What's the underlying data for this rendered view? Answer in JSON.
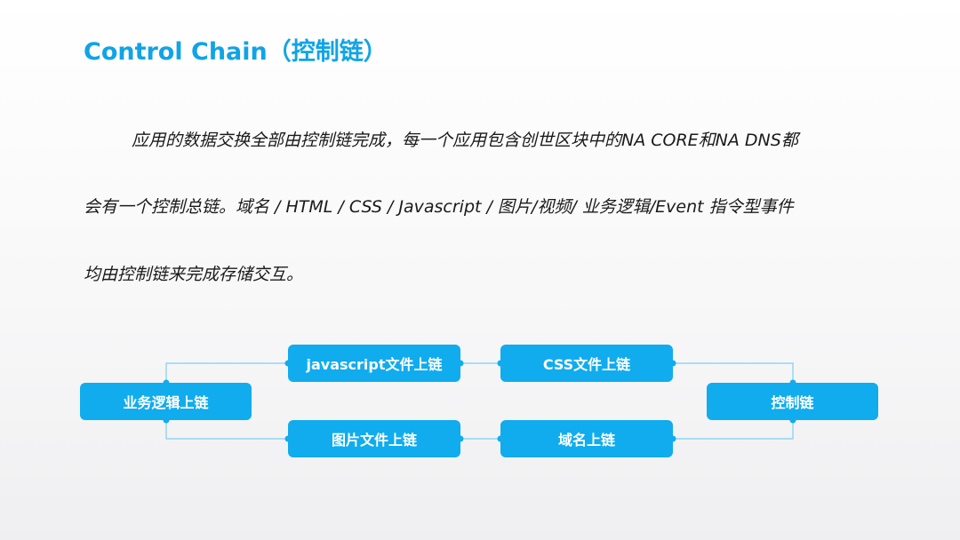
{
  "title": "Control Chain（控制链）",
  "paragraph": {
    "line1": "应用的数据交换全部由控制链完成，每一个应用包含创世区块中的NA CORE和NA DNS都",
    "line2": "会有一个控制总链。域名 / HTML / CSS /  Javascript / 图片/视频/ 业务逻辑/Event 指令型事件",
    "line3": "均由控制链来完成存储交互。"
  },
  "diagram": {
    "nodes": {
      "business": "业务逻辑上链",
      "javascript": "javascript文件上链",
      "css": "CSS文件上链",
      "image": "图片文件上链",
      "domain": "域名上链",
      "control": "控制链"
    },
    "colors": {
      "node_fill": "#10acee",
      "connector": "#7ccff4",
      "title": "#10a4e6"
    }
  }
}
